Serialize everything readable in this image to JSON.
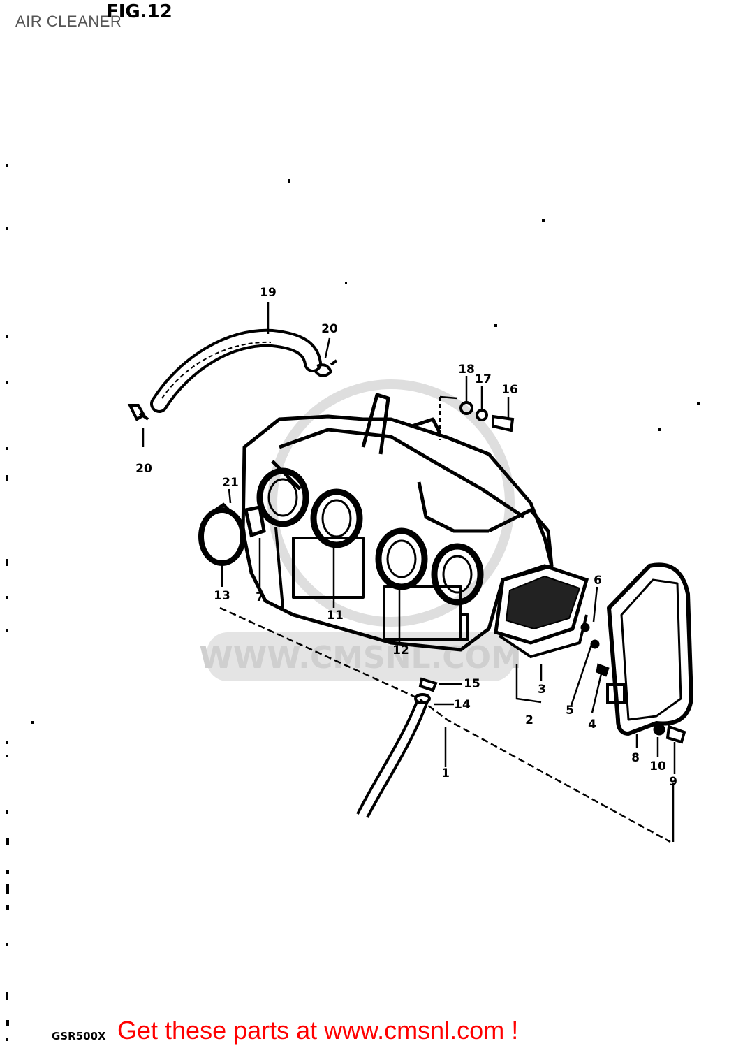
{
  "header": {
    "title": "AIR CLEANER",
    "figure_label": "FIG.12"
  },
  "footer": {
    "model_code": "GSR500X",
    "cta_text": "Get these parts at www.cmsnl.com !",
    "cta_color": "#ff0000"
  },
  "watermark": {
    "text": "WWW.CMSNL.COM",
    "color": "#cfcfcf"
  },
  "callouts": {
    "c1": "1",
    "c2": "2",
    "c3": "3",
    "c4": "4",
    "c5": "5",
    "c6": "6",
    "c7": "7",
    "c8": "8",
    "c9": "9",
    "c10": "10",
    "c11": "11",
    "c12": "12",
    "c13": "13",
    "c14": "14",
    "c15": "15",
    "c16": "16",
    "c17": "17",
    "c18": "18",
    "c19": "19",
    "c20a": "20",
    "c20b": "20",
    "c21": "21"
  }
}
